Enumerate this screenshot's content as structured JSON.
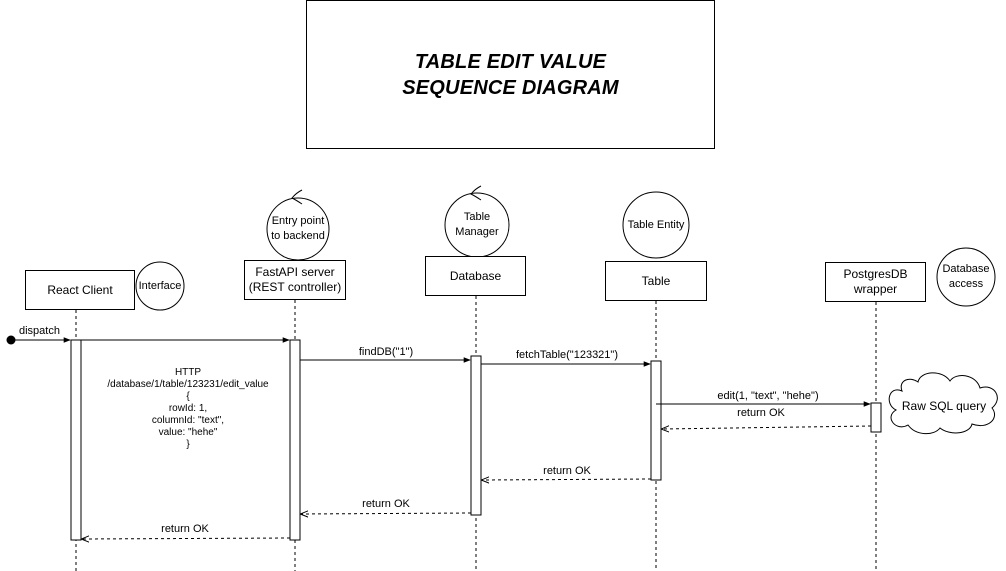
{
  "diagram": {
    "title_line1": "TABLE EDIT VALUE",
    "title_line2": "SEQUENCE DIAGRAM",
    "actors": {
      "react_client": {
        "label_line1": "React Client",
        "label_line2": ""
      },
      "fastapi": {
        "label_line1": "FastAPI server",
        "label_line2": "(REST controller)"
      },
      "database": {
        "label_line1": "Database",
        "label_line2": ""
      },
      "table": {
        "label_line1": "Table",
        "label_line2": ""
      },
      "postgres": {
        "label_line1": "PostgresDB",
        "label_line2": "wrapper"
      }
    },
    "notes": {
      "interface": "Interface",
      "entry_line1": "Entry point",
      "entry_line2": "to backend",
      "manager_line1": "Table",
      "manager_line2": "Manager",
      "entity": "Table Entity",
      "db_access_line1": "Database",
      "db_access_line2": "access",
      "raw_sql": "Raw SQL query"
    },
    "messages": {
      "dispatch": "dispatch",
      "find_db": "findDB(\"1\")",
      "fetch_table": "fetchTable(\"123321\")",
      "edit": "edit(1, \"text\", \"hehe\")",
      "return_pg": "return OK",
      "return_table": "return OK",
      "return_db": "return OK",
      "return_api": "return OK"
    },
    "http_payload": [
      "HTTP",
      "/database/1/table/123231/edit_value",
      "{",
      "rowId: 1,",
      "columnId: \"text\",",
      "value: \"hehe\"",
      "}"
    ]
  }
}
